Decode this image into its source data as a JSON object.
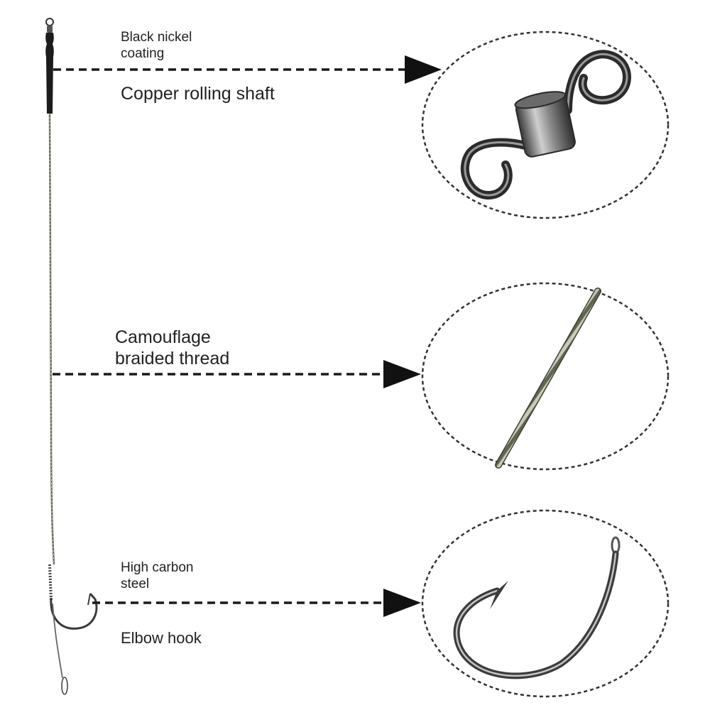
{
  "labels": {
    "coating": "Black nickel\ncoating",
    "shaft": "Copper rolling shaft",
    "thread": "Camouflage\nbraided thread",
    "steel": "High carbon\nsteel",
    "hook": "Elbow hook"
  },
  "colors": {
    "line": "#1a1a1a",
    "metal_dark": "#2b2b2b",
    "metal_mid": "#6e6e6e",
    "metal_light": "#d0d0d0",
    "braid_green": "#5f6650",
    "braid_light": "#c9c9b8",
    "text": "#222222"
  }
}
